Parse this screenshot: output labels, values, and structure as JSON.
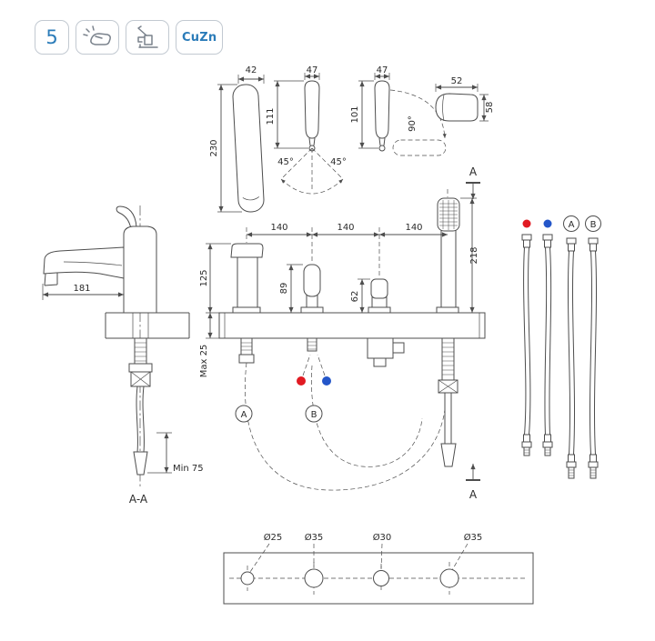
{
  "header": {
    "step_number": "5",
    "material": "CuZn",
    "icons": [
      "mounting-hand-icon",
      "single-lever-faucet-icon"
    ]
  },
  "colors": {
    "accent": "#2b7cb9",
    "hot": "#e11a22",
    "cold": "#2456c9",
    "line": "#4d4d4d"
  },
  "handle_views": {
    "side_lever": {
      "width": "42",
      "height": "230"
    },
    "swing_lever": {
      "width": "47",
      "height": "111",
      "angle_left": "45°",
      "angle_right": "45°"
    },
    "turn_lever": {
      "width": "47",
      "height": "101",
      "angle": "90°"
    },
    "grip": {
      "width": "52",
      "height": "58"
    }
  },
  "front_view": {
    "spacings": [
      "140",
      "140",
      "140"
    ],
    "spout_height": "125",
    "lever_height": "89",
    "diverter_height": "62",
    "shower_height": "218",
    "deck_thickness": "Max 25",
    "hose_a_label": "A",
    "hose_b_label": "B"
  },
  "side_view": {
    "spout_reach": "181",
    "min_clearance": "Min 75",
    "section_title": "A-A"
  },
  "section_markers": {
    "top": "A",
    "bottom": "A"
  },
  "hose_set": {
    "labels": [
      "A",
      "B"
    ]
  },
  "plan_view": {
    "hole_diameters": [
      "Ø25",
      "Ø35",
      "Ø30",
      "Ø35"
    ]
  }
}
